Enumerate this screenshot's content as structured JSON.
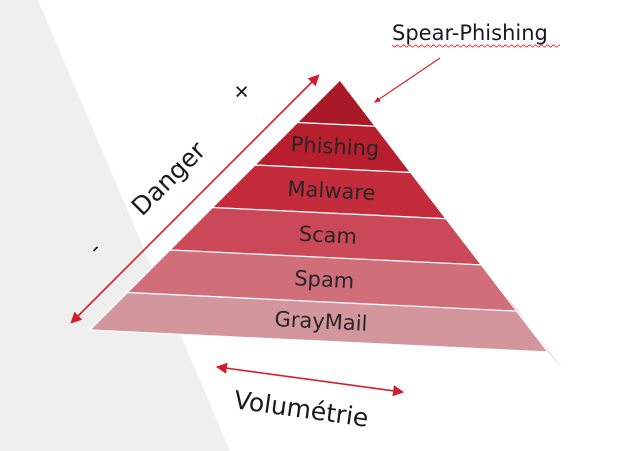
{
  "callout": {
    "label": "Spear-Phishing"
  },
  "levels": [
    {
      "label": "",
      "color": "#a81826"
    },
    {
      "label": "Phishing",
      "color": "#b71e2e"
    },
    {
      "label": "Malware",
      "color": "#c42c3c"
    },
    {
      "label": "Scam",
      "color": "#cb4858"
    },
    {
      "label": "Spam",
      "color": "#d06e79"
    },
    {
      "label": "GrayMail",
      "color": "#d3969d"
    }
  ],
  "danger_axis": {
    "label": "Danger",
    "minus": "-",
    "plus": "+"
  },
  "volume_axis": {
    "label": "Volumétrie"
  },
  "colors": {
    "arrow": "#d21e2c",
    "squiggle": "#e0303a",
    "backdrop": "#efefef"
  }
}
